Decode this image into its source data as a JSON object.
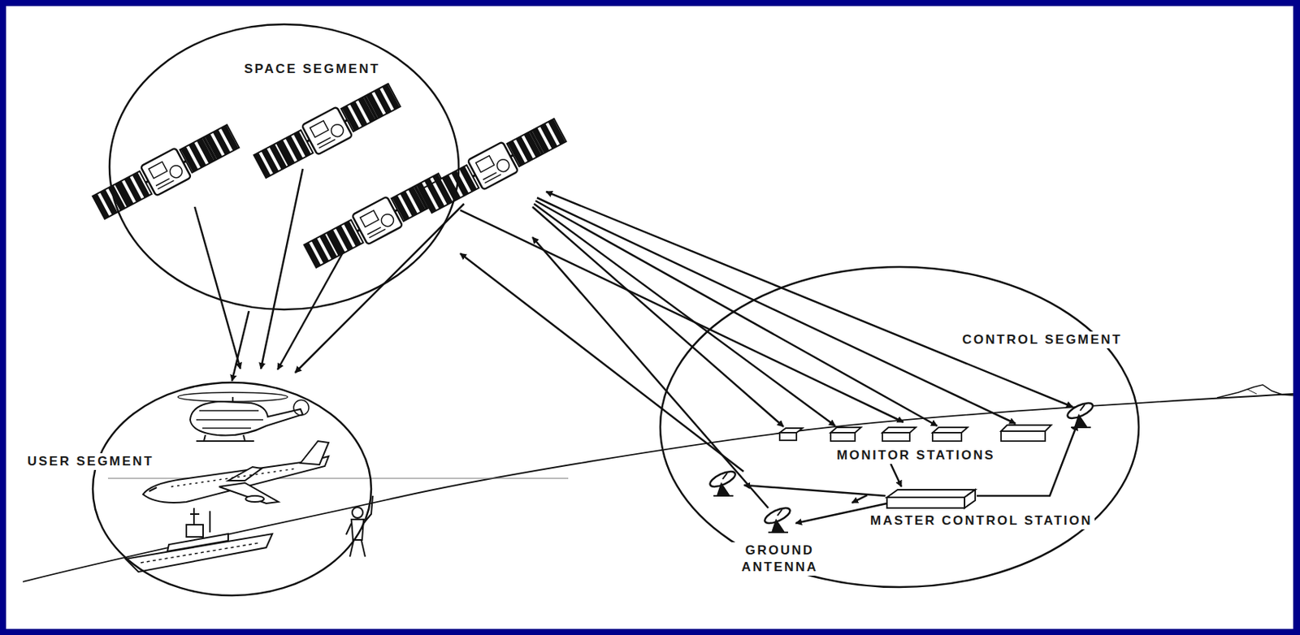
{
  "diagram": {
    "nodes": [
      {
        "text": [
          "SPACE SEGMENT"
        ]
      },
      {
        "text": [
          "USER SEGMENT"
        ]
      },
      {
        "text": [
          "CONTROL SEGMENT"
        ]
      },
      {
        "text": [
          "MONITOR STATIONS"
        ],
        "in": 2
      },
      {
        "text": [
          "MASTER CONTROL STATION"
        ],
        "in": 2
      },
      {
        "text": [
          "GROUND ANTENNA"
        ],
        "in": 2
      }
    ],
    "edges": [
      {
        "from": 0,
        "to": 1,
        "arrow": "to"
      },
      {
        "from": 0,
        "to": 3,
        "arrow": "to"
      },
      {
        "from": 3,
        "to": 4,
        "arrow": "to"
      },
      {
        "from": 4,
        "to": 5,
        "arrow": "to"
      },
      {
        "from": 5,
        "to": 0,
        "arrow": "to"
      }
    ]
  }
}
